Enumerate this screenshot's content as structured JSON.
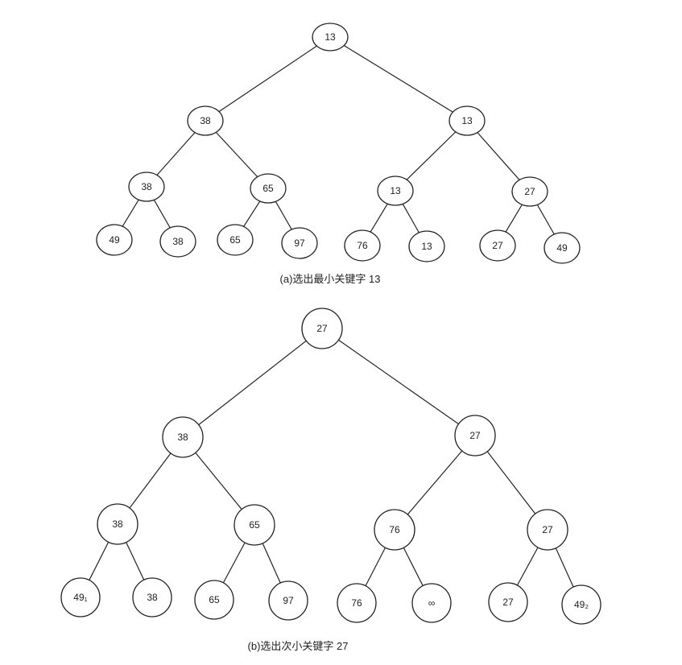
{
  "trees": [
    {
      "caption": "(a)选出最小关键字 13",
      "nodes": [
        "13",
        "38",
        "13",
        "38",
        "65",
        "13",
        "27",
        "49",
        "38",
        "65",
        "97",
        "76",
        "13",
        "27",
        "49"
      ]
    },
    {
      "caption": "(b)选出次小关键字 27",
      "nodes": [
        "27",
        "38",
        "27",
        "38",
        "65",
        "76",
        "27",
        "49₁",
        "38",
        "65",
        "97",
        "76",
        "∞",
        "27",
        "49₂"
      ]
    }
  ]
}
